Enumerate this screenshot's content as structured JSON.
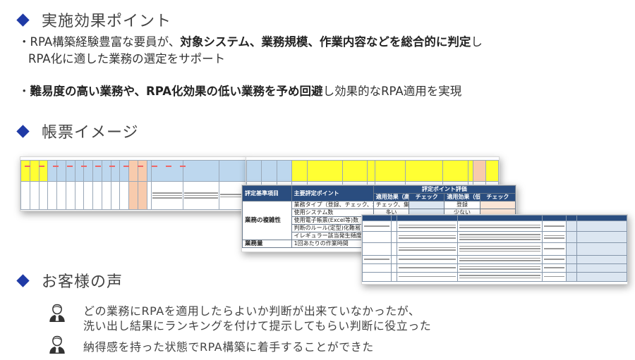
{
  "sections": {
    "effect": {
      "title": "実施効果ポイント",
      "bullet1": {
        "prefix": "・RPA構築経験豊富な要員が、",
        "bold": "対象システム、業務規模、作業内容などを総合的に判定",
        "suffix": "し",
        "line2": "RPA化に適した業務の選定をサポート"
      },
      "bullet2": {
        "prefix": "・",
        "bold": "難易度の高い業務や、RPA化効果の低い業務を予め回避",
        "suffix": "し効果的なRPA適用を実現"
      }
    },
    "form": {
      "title": "帳票イメージ",
      "eval_sheet": {
        "header_left": "評定基準項目",
        "header_mid": "主要評定ポイント",
        "header_right": "評定ポイント評価",
        "sub_headers": [
          "適用効果（高）",
          "チェック",
          "適用効果（低）",
          "チェック"
        ],
        "category1": "業務の複雑性",
        "category2": "業務量",
        "rows": [
          {
            "point": "業務タイプ（登録、チェック、集計、複合）",
            "high": "チェック、集計",
            "low": "登録"
          },
          {
            "point": "使用システム数",
            "high": "多い",
            "low": "少ない"
          },
          {
            "point": "使用電子帳票(Excel等)数",
            "high": "",
            "low": ""
          },
          {
            "point": "判断のルール(定型)化難易",
            "high": "",
            "low": ""
          },
          {
            "point": "イレギュラー該当発生頻度",
            "high": "",
            "low": ""
          },
          {
            "point": "1回あたりの作業時間",
            "high": "",
            "low": ""
          }
        ]
      }
    },
    "voice": {
      "title": "お客様の声",
      "comments": [
        {
          "line1": "どの業務にRPAを適用したらよいか判断が出来ていなかったが、",
          "line2": "洗い出し結果にランキングを付けて提示してもらい判断に役立った"
        },
        {
          "line1": "納得感を持った状態でRPA構築に着手することができた",
          "line2": ""
        }
      ]
    }
  },
  "colors": {
    "accent": "#1f3aa6",
    "sheet_header": "#2a4d7f",
    "sheet_yellow": "#ffff33",
    "sheet_blue": "#bdd7ee",
    "sheet_orange": "#f8cbad"
  },
  "icons": {
    "section": "diamond-bullet-icon",
    "voice": "person-icon"
  }
}
